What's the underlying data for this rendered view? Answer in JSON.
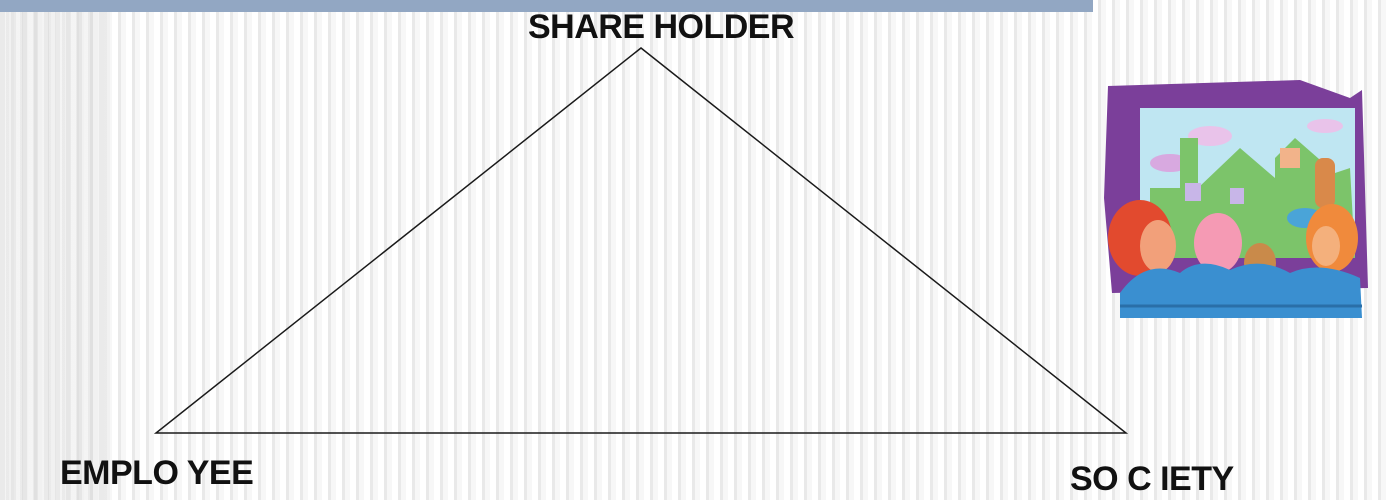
{
  "diagram": {
    "top_label": "SHARE HOLDER",
    "left_label": "EMPLO YEE",
    "right_label": "SO C IETY"
  },
  "colors": {
    "top_bar": "#92a7c3",
    "triangle_stroke": "#1a1a1a",
    "clipart_frame": "#7b3f9a"
  },
  "icons": {
    "clipart": "audience-watching-screen-clipart"
  }
}
